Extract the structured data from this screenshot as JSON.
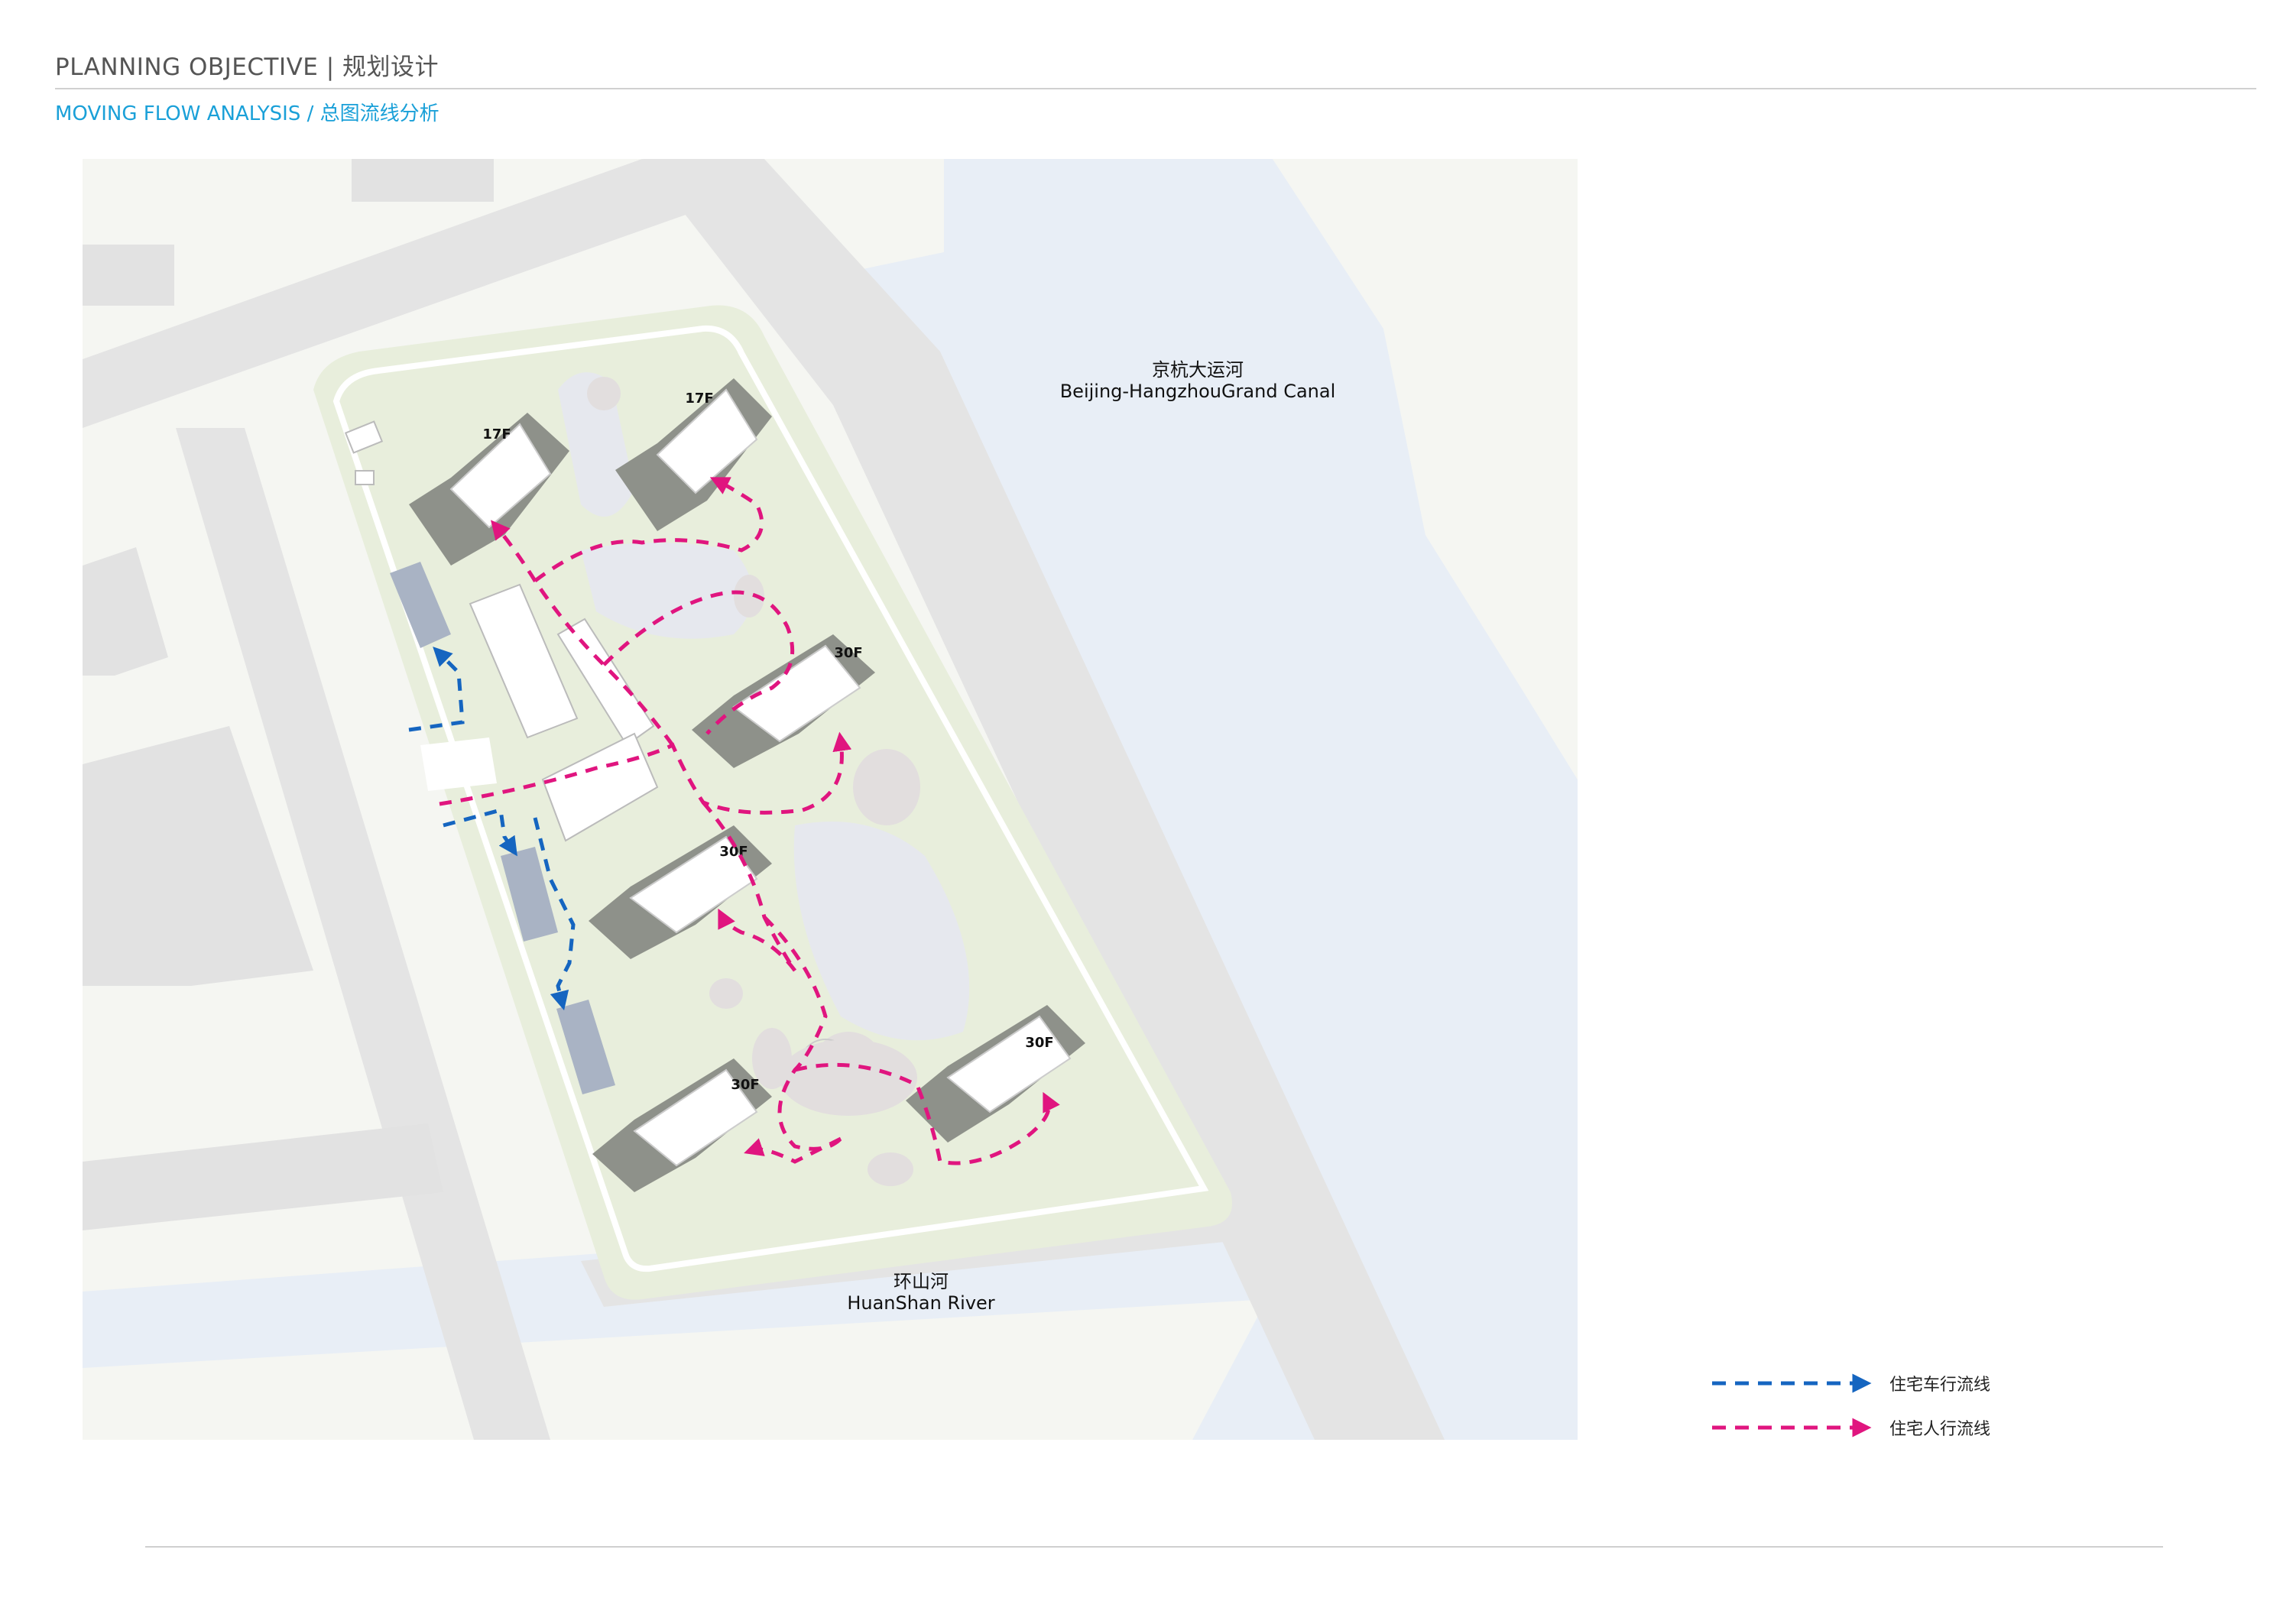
{
  "header": {
    "title": "PLANNING OBJECTIVE | 规划设计",
    "subtitle": "MOVING FLOW ANALYSIS / 总图流线分析"
  },
  "map": {
    "labels": {
      "canal_cn": "京杭大运河",
      "canal_en": "Beijing-HangzhouGrand Canal",
      "river_cn": "环山河",
      "river_en": "HuanShan River"
    },
    "buildings": [
      {
        "floors": "17F"
      },
      {
        "floors": "17F"
      },
      {
        "floors": "30F"
      },
      {
        "floors": "30F"
      },
      {
        "floors": "30F"
      },
      {
        "floors": "30F"
      }
    ]
  },
  "legend": {
    "vehicle": {
      "label": "住宅车行流线",
      "color": "#1565c0"
    },
    "pedestrian": {
      "label": "住宅人行流线",
      "color": "#e0157f"
    }
  },
  "colors": {
    "water": "#e8eef6",
    "road": "#e4e4e4",
    "land": "#f5f6f2",
    "site": "#e8eedc",
    "building_shadow": "#8e918a"
  }
}
